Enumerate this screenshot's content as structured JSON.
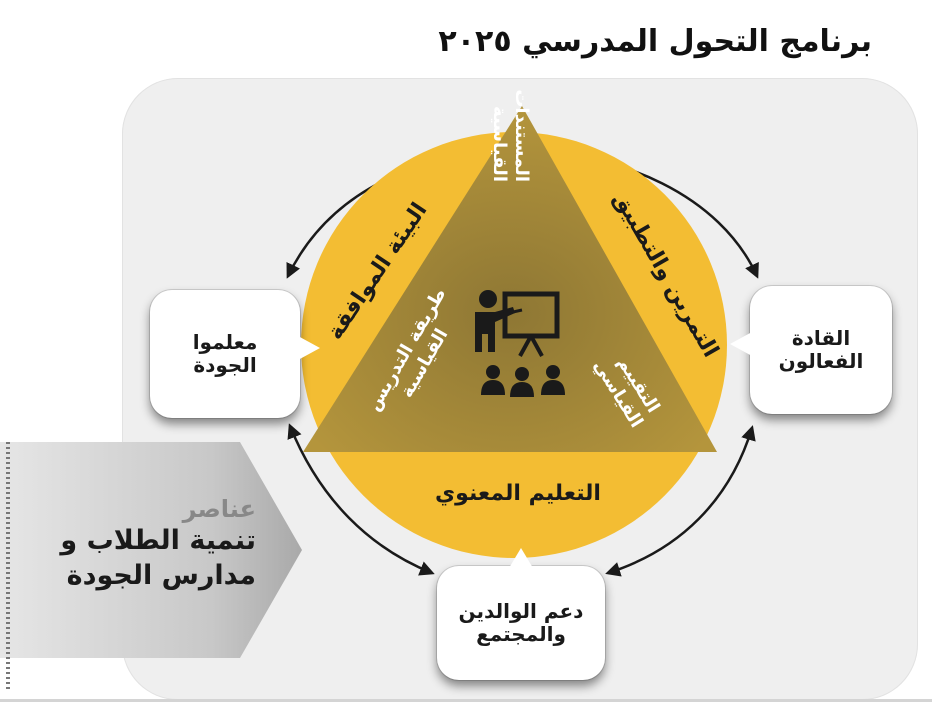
{
  "title": "برنامج التحول المدرسي ٢٠٢٥",
  "center": {
    "triangle_labels": {
      "top": [
        "المستندات",
        "القياسية"
      ],
      "left": [
        "طريقة التدريس",
        "القياسية"
      ],
      "right": [
        "التقييم",
        "القياسي"
      ]
    },
    "circle_labels": {
      "left": "البيئة الموافقة",
      "right": "التمرين والتطبيق",
      "bottom": "التعليم المعنوي"
    }
  },
  "callouts": {
    "teachers": [
      "معلموا",
      "الجودة"
    ],
    "leaders": [
      "القادة",
      "الفعالون"
    ],
    "parents": [
      "دعم الوالدين",
      "والمجتمع"
    ]
  },
  "elements": {
    "heading": "عناصر",
    "line1": "تنمية الطلاب و",
    "line2": "مدارس الجودة"
  },
  "colors": {
    "circle": "#f3bd33",
    "triangle": "#ab8d3a",
    "panel": "#efefef",
    "arrow": "#1a1a1a",
    "label_dark": "#1a1a1a",
    "label_light": "#ffffff"
  },
  "icons": [
    "teacher-presenting-icon"
  ]
}
